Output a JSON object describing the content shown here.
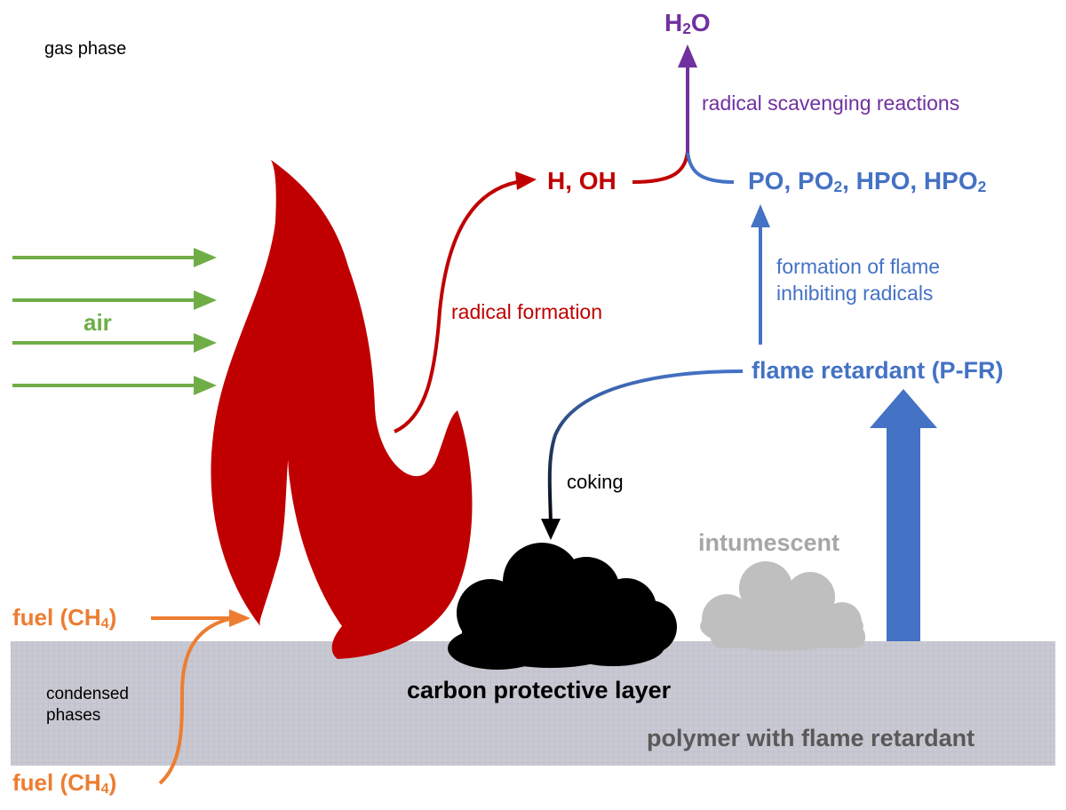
{
  "colors": {
    "flame": "#c00000",
    "air": "#70ad47",
    "fuel": "#ed7d31",
    "retardant": "#4472c4",
    "scavenging": "#7030a0",
    "carbon": "#000000",
    "intumescent": "#a6a6a6",
    "polymer_text": "#595959",
    "polymer_fill": "#c9c9cf",
    "polymer_grid": "#b6bcd8"
  },
  "phases": {
    "gas": "gas phase",
    "condensed_line1": "condensed",
    "condensed_line2": "phases"
  },
  "air": {
    "label": "air",
    "arrow_count": 4
  },
  "fuel": {
    "label_prefix": "fuel (CH",
    "label_sub": "4",
    "label_suffix": ")"
  },
  "radicals": {
    "h_oh": "H, OH",
    "formation_label": "radical formation"
  },
  "product": {
    "h": "H",
    "sub": "2",
    "o": "O"
  },
  "scavenging": {
    "label": "radical scavenging reactions"
  },
  "p_radicals": {
    "part1": "PO, PO",
    "sub1": "2",
    "part2": ", HPO, HPO",
    "sub2": "2"
  },
  "inhibiting": {
    "line1": "formation of flame",
    "line2": "inhibiting radicals"
  },
  "retardant": {
    "label": "flame retardant (P-FR)"
  },
  "coking": {
    "label": "coking"
  },
  "intumescent": {
    "label": "intumescent"
  },
  "carbon_layer": {
    "label": "carbon protective layer"
  },
  "polymer": {
    "label": "polymer with flame retardant"
  }
}
